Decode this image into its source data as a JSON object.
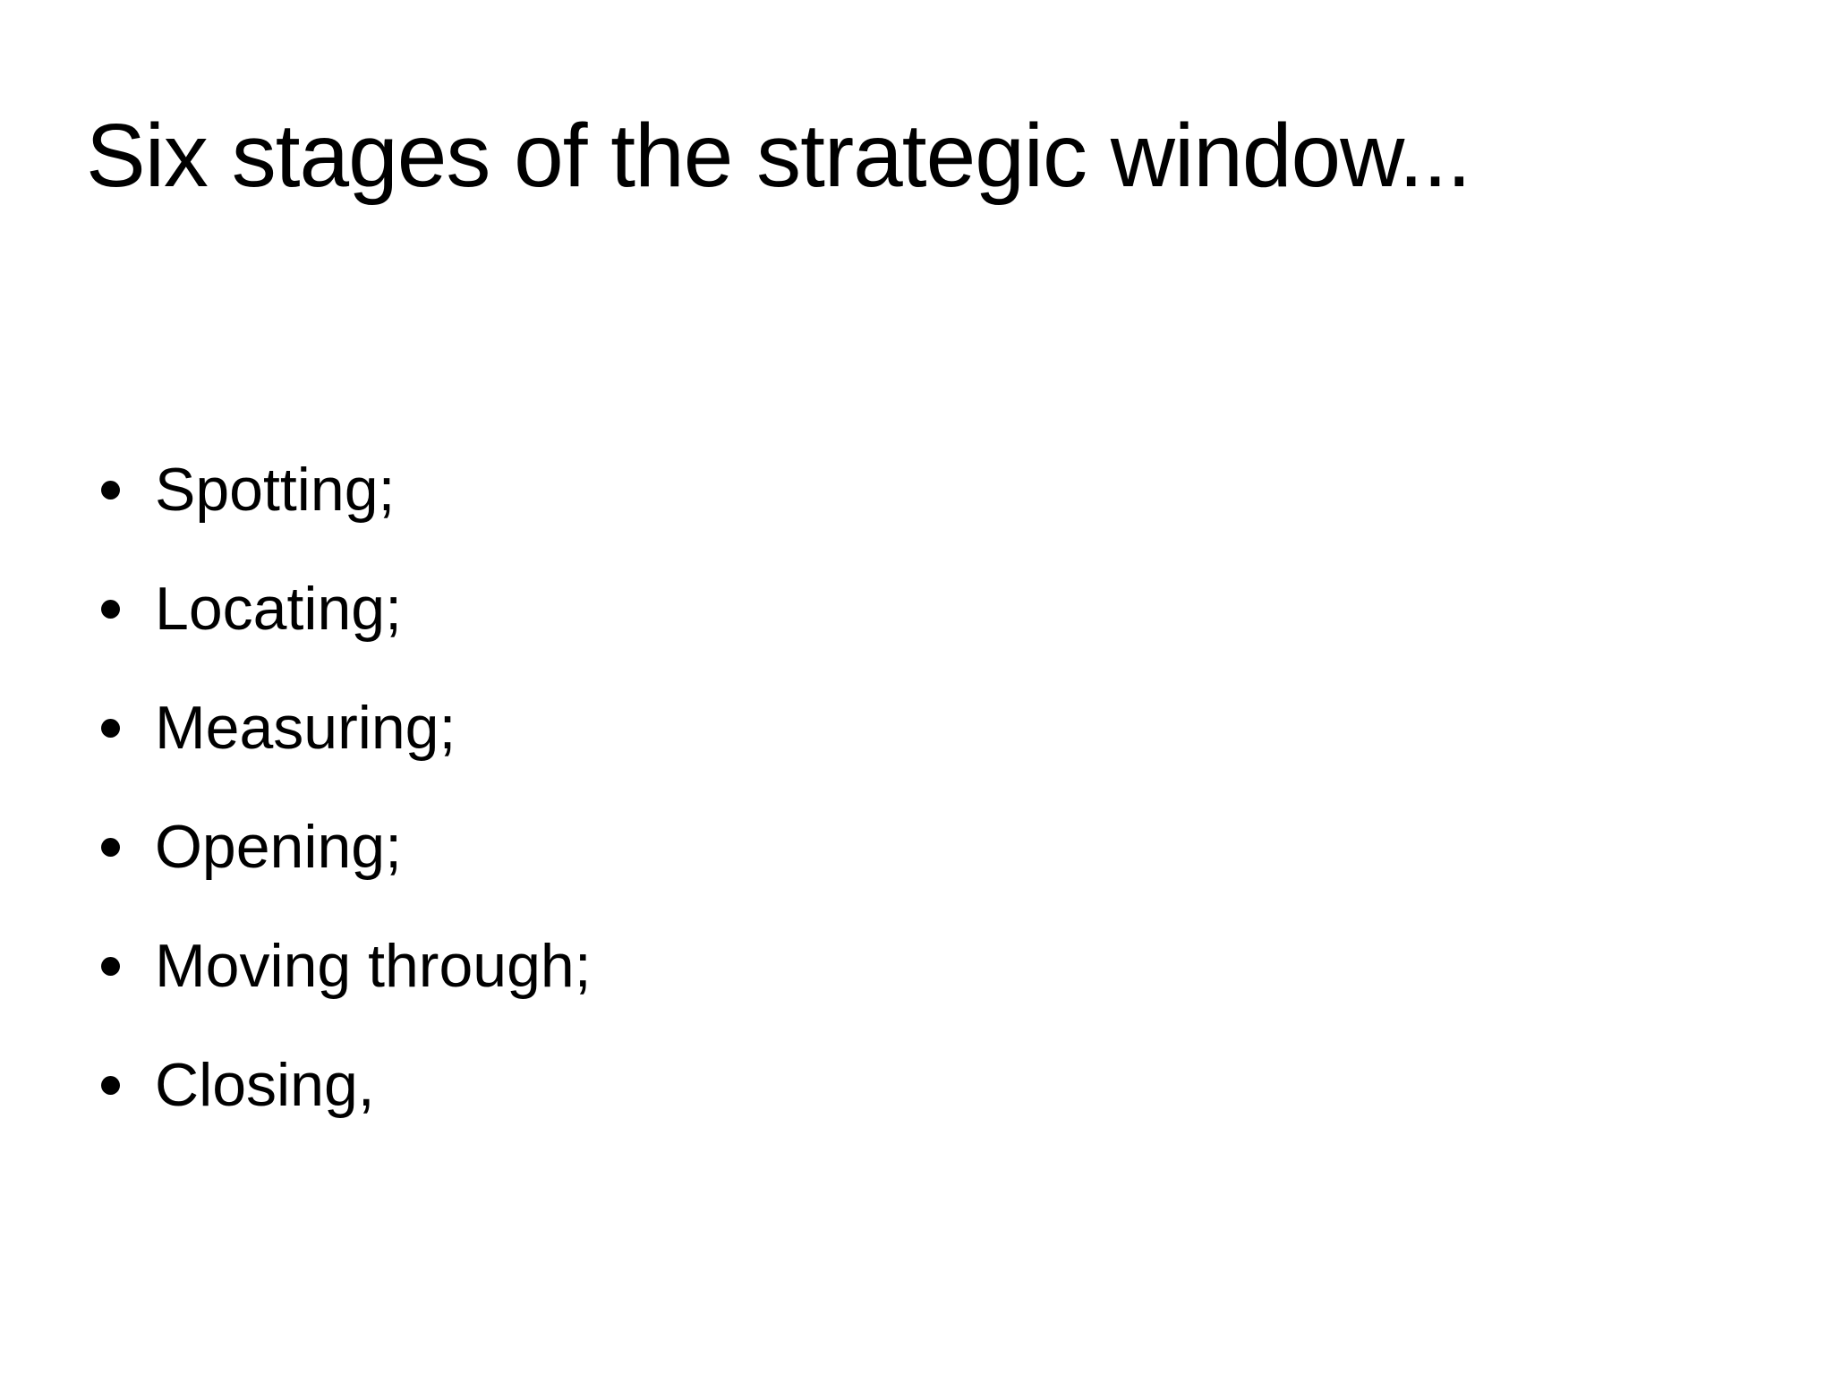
{
  "slide": {
    "title": "Six stages of the strategic window...",
    "bullets": [
      {
        "text": "Spotting;"
      },
      {
        "text": "Locating;"
      },
      {
        "text": "Measuring;"
      },
      {
        "text": "Opening;"
      },
      {
        "text": "Moving through;"
      },
      {
        "text": "Closing,"
      }
    ],
    "colors": {
      "background": "#ffffff",
      "text": "#000000"
    }
  }
}
